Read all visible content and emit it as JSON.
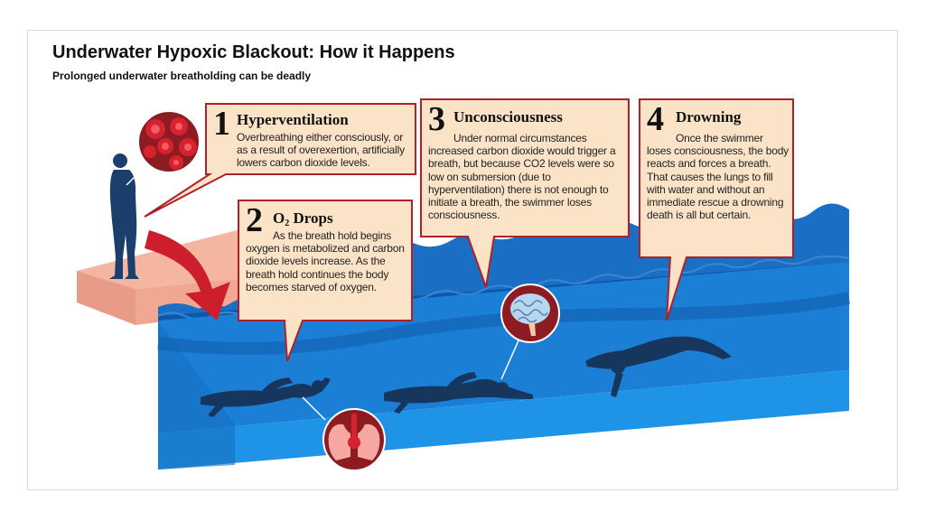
{
  "title": "Underwater Hypoxic Blackout: How it Happens",
  "subtitle": "Prolonged underwater breatholding can be deadly",
  "steps": [
    {
      "number": "1",
      "heading": "Hyperventilation",
      "text": "Overbreathing either consciously, or as a result of overexertion, artificially lowers carbon dioxide levels."
    },
    {
      "number": "2",
      "heading_main": "O",
      "heading_sub": "2",
      "heading_rest": " Drops",
      "text": "As the breath hold begins oxygen is metabolized and carbon dioxide levels increase. As the breath hold continues the body becomes starved of oxygen."
    },
    {
      "number": "3",
      "heading": "Unconsciousness",
      "text": "Under normal circumstances increased carbon dioxide would trigger a breath, but because CO2 levels were so low on submersion (due to hyperventilation) there is not enough to initiate a breath, the swimmer loses consciousness."
    },
    {
      "number": "4",
      "heading": "Drowning",
      "text": "Once the swimmer loses consciousness, the body reacts and forces a breath. That causes the lungs to fill with water and without an immediate rescue a drowning death is all but certain."
    }
  ],
  "icons": [
    "blood-cells-icon",
    "lungs-icon",
    "brain-icon"
  ],
  "colors": {
    "callout_fill": "#fbe3c8",
    "callout_border": "#b0202a",
    "water_top": "#0d56a8",
    "water_front": "#1f8fe0",
    "deck": "#f4b6a0",
    "swimmer": "#1b3f6d",
    "arrow": "#cc1f2b"
  }
}
